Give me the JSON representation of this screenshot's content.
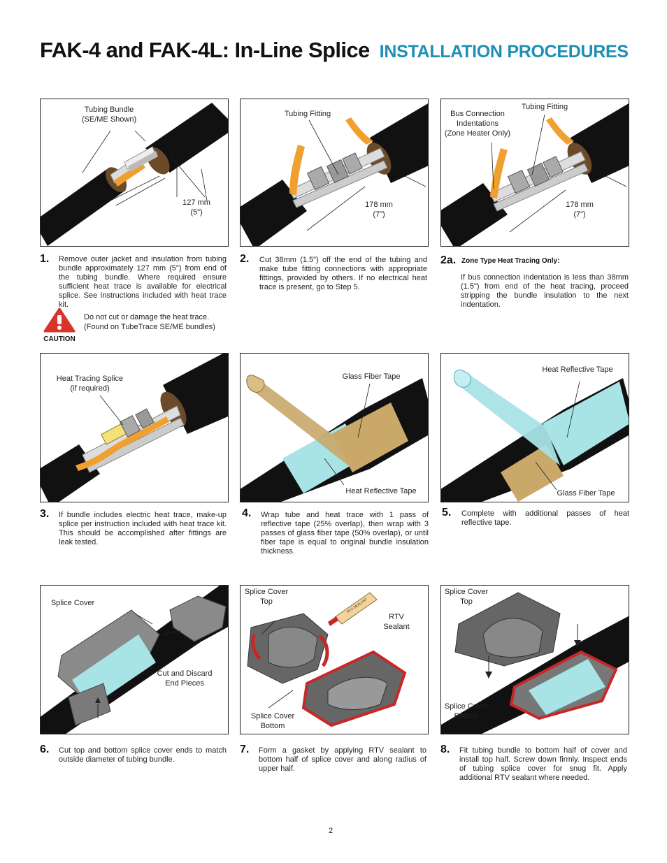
{
  "header": {
    "title": "FAK-4 and FAK-4L: In-Line Splice",
    "subtitle": "INSTALLATION PROCEDURES"
  },
  "panels": {
    "p1": {
      "bundle_line1": "Tubing Bundle",
      "bundle_line2": "(SE/ME Shown)",
      "dim1": "127 mm",
      "dim2": "(5\")"
    },
    "p2": {
      "fitting": "Tubing Fitting",
      "dim1": "178 mm",
      "dim2": "(7\")"
    },
    "p2a": {
      "bus1": "Bus Connection",
      "bus2": "Indentations",
      "bus3": "(Zone Heater Only)",
      "fitting": "Tubing Fitting",
      "dim1": "178 mm",
      "dim2": "(7\")"
    },
    "p3": {
      "splice1": "Heat Tracing Splice",
      "splice2": "(if required)"
    },
    "p4": {
      "glass": "Glass Fiber Tape",
      "reflect": "Heat Reflective Tape"
    },
    "p5": {
      "reflect": "Heat Reflective Tape",
      "glass": "Glass Fiber Tape"
    },
    "p6": {
      "cover": "Splice Cover",
      "cut1": "Cut and Discard",
      "cut2": "End Pieces"
    },
    "p7": {
      "top1": "Splice Cover",
      "top2": "Top",
      "rtv1": "RTV",
      "rtv2": "Sealant",
      "bot1": "Splice Cover",
      "bot2": "Bottom",
      "tube_text": "RTV SEALANT"
    },
    "p8": {
      "top1": "Splice Cover",
      "top2": "Top",
      "bot1": "Splice Cover",
      "bot2": "Bottom"
    }
  },
  "steps": {
    "s1": {
      "num": "1.",
      "text": "Remove outer jacket and insulation from tubing bundle approximately 127 mm (5\") from end of the tubing bundle. Where required ensure sufficient heat trace is available for electrical splice. See instructions included with heat trace kit."
    },
    "caution": {
      "label": "CAUTION",
      "line1": "Do not cut or damage the heat trace.",
      "line2": "(Found on TubeTrace SE/ME bundles)"
    },
    "s2": {
      "num": "2.",
      "text": "Cut 38mm (1.5\") off the end of the tubing and make tube fitting connections with appropriate fittings, provided by others. If no electrical heat trace is present, go to Step 5."
    },
    "s2a": {
      "num": "2a.",
      "heading": "Zone Type Heat Tracing Only:",
      "text": "If bus connection indentation is less than 38mm (1.5\") from end of the heat tracing, proceed stripping the bundle insulation to the next indentation."
    },
    "s3": {
      "num": "3.",
      "text": "If bundle includes electric heat trace, make-up splice per instruction included with heat trace kit. This should be accomplished after fittings are leak tested."
    },
    "s4": {
      "num": "4.",
      "text": "Wrap tube and heat trace with 1 pass of reflective tape (25% overlap), then wrap with 3 passes of glass fiber tape (50% overlap), or until fiber tape is equal to original bundle insulation thickness."
    },
    "s5": {
      "num": "5.",
      "text": "Complete with additional passes of heat reflective tape."
    },
    "s6": {
      "num": "6.",
      "text": "Cut top and bottom splice cover ends to match outside diameter of tubing bundle."
    },
    "s7": {
      "num": "7.",
      "text": "Form a gasket by applying RTV sealant to bottom half of splice cover and along radius of upper half."
    },
    "s8": {
      "num": "8.",
      "text": "Fit tubing bundle to bottom half of cover and install top half. Screw down firmly. Inspect ends of tubing splice cover for snug fit. Apply additional RTV sealant where needed."
    }
  },
  "footer": {
    "page": "2"
  },
  "colors": {
    "accent": "#1f8fb5",
    "tape_blue": "#a8e3e6",
    "glass_tan": "#c9a86a",
    "heat_orange": "#f0a030",
    "caution_red": "#d9332a"
  }
}
